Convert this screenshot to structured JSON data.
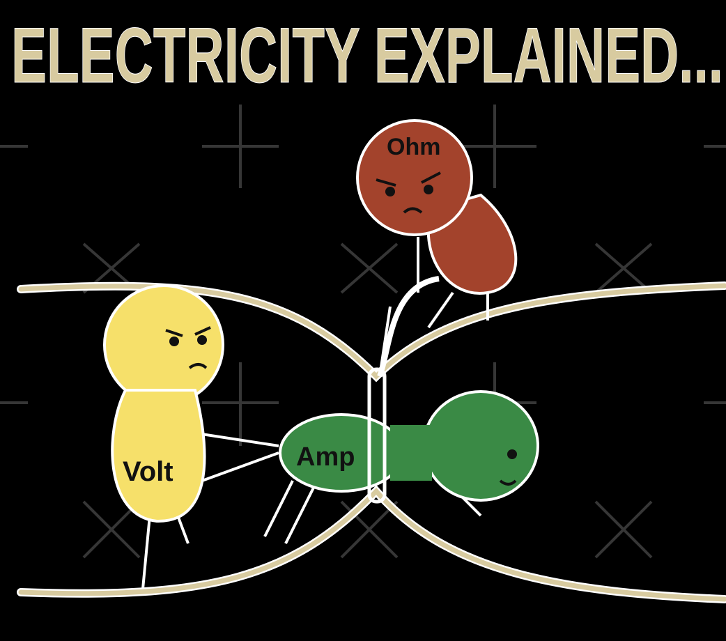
{
  "title": "ELECTRICITY EXPLAINED...",
  "characters": {
    "ohm": {
      "label": "Ohm",
      "color": "#a3432c"
    },
    "volt": {
      "label": "Volt",
      "color": "#f6e06a"
    },
    "amp": {
      "label": "Amp",
      "color": "#3a8a45"
    }
  },
  "colors": {
    "background": "#000000",
    "title": "#d8cba0",
    "wire": "#d8cba0"
  }
}
